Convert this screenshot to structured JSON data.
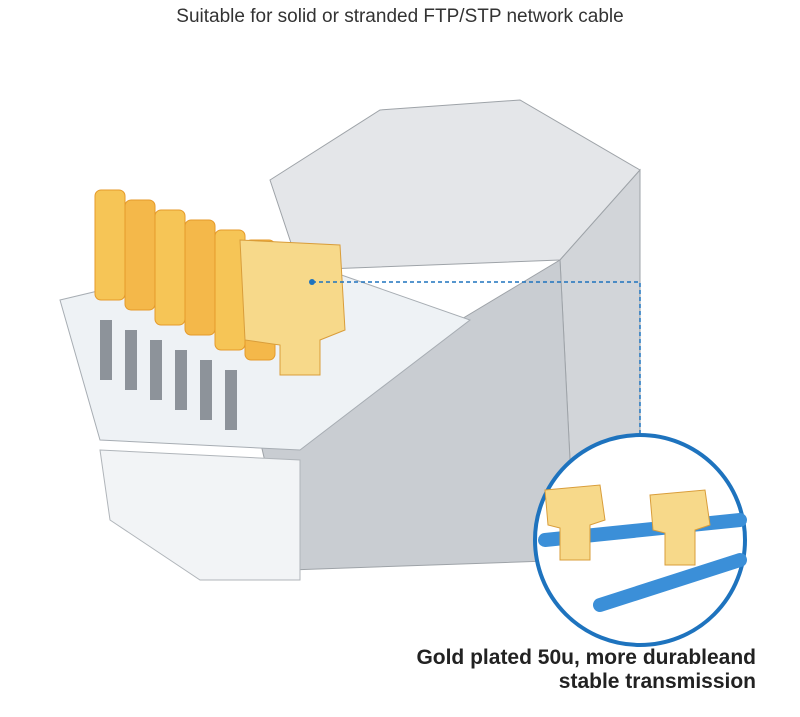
{
  "header": {
    "text": "Suitable for solid or stranded FTP/STP network cable"
  },
  "caption": {
    "line1": "Gold plated 50u, more durableand",
    "line2": "stable transmission"
  },
  "colors": {
    "gold": "#f2a33a",
    "shield": "#c9cdd2",
    "callout": "#1e73be",
    "cable": "#3b8fd8"
  }
}
